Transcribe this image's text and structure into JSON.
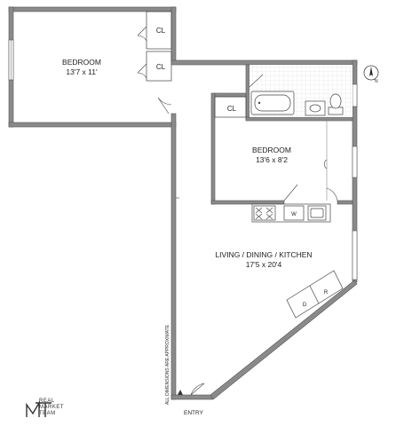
{
  "rooms": {
    "bedroom1": {
      "name": "BEDROOM",
      "dims": "13'7 x 11'"
    },
    "bedroom2": {
      "name": "BEDROOM",
      "dims": "13'6 x 8'2"
    },
    "living": {
      "name": "LIVING / DINING / KITCHEN",
      "dims": "17'5 x 20'4"
    }
  },
  "closets": [
    "CL",
    "CL",
    "CL"
  ],
  "appliances": {
    "washer": "W",
    "dryer": "D",
    "refrigerator": "R"
  },
  "entry_label": "ENTRY",
  "disclaimer": "ALL DIMENSIONS ARE APPROXIMATE",
  "compass_label": "N",
  "logo": {
    "line1": "REAL",
    "line2": "MARKET",
    "line3": "TEAM"
  }
}
